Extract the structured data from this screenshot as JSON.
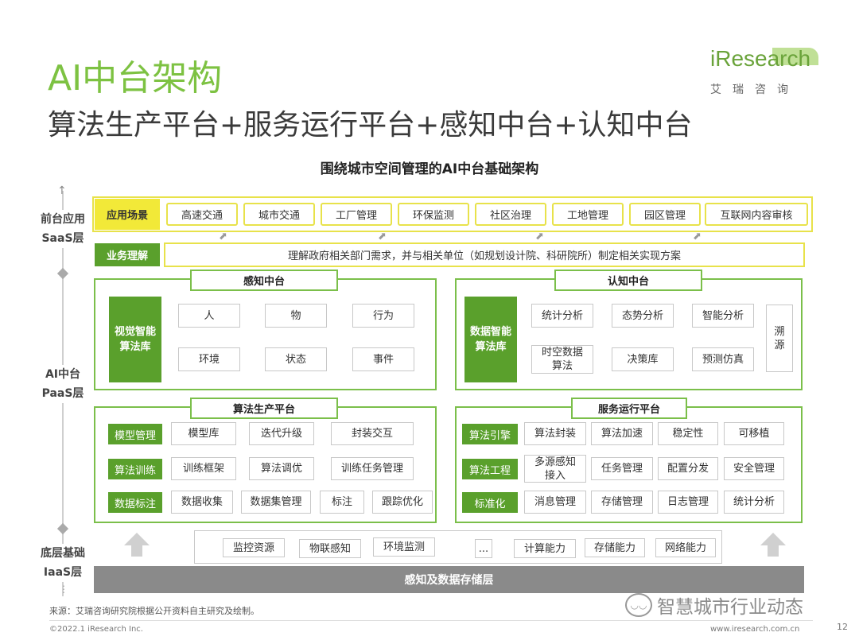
{
  "header": {
    "title": "AI中台架构",
    "subtitle": "算法生产平台+服务运行平台+感知中台+认知中台",
    "logo_word": "iResearch",
    "logo_cn": "艾瑞咨询"
  },
  "diagram_title": "围绕城市空间管理的AI中台基础架构",
  "layers": {
    "saas": [
      "前台应用",
      "SaaS层"
    ],
    "paas": [
      "AI中台",
      "PaaS层"
    ],
    "iaas": [
      "底层基础",
      "IaaS层"
    ]
  },
  "app_scenes": {
    "tag": "应用场景",
    "items": [
      "高速交通",
      "城市交通",
      "工厂管理",
      "环保监测",
      "社区治理",
      "工地管理",
      "园区管理",
      "互联网内容审核"
    ]
  },
  "business": {
    "tag": "业务理解",
    "text": "理解政府相关部门需求，并与相关单位（如规划设计院、科研院所）制定相关实现方案"
  },
  "perception": {
    "title": "感知中台",
    "lib": "视觉智能算法库",
    "cells": [
      "人",
      "物",
      "行为",
      "环境",
      "状态",
      "事件"
    ]
  },
  "cognition": {
    "title": "认知中台",
    "lib": "数据智能算法库",
    "cells": [
      "统计分析",
      "态势分析",
      "智能分析",
      "时空数据算法",
      "决策库",
      "预测仿真"
    ],
    "side": "溯源"
  },
  "algo_prod": {
    "title": "算法生产平台",
    "rows": [
      {
        "label": "模型管理",
        "items": [
          "模型库",
          "迭代升级",
          "封装交互"
        ]
      },
      {
        "label": "算法训练",
        "items": [
          "训练框架",
          "算法调优",
          "训练任务管理"
        ]
      },
      {
        "label": "数据标注",
        "items": [
          "数据收集",
          "数据集管理",
          "标注",
          "跟踪优化"
        ]
      }
    ]
  },
  "service_run": {
    "title": "服务运行平台",
    "rows": [
      {
        "label": "算法引擎",
        "items": [
          "算法封装",
          "算法加速",
          "稳定性",
          "可移植"
        ]
      },
      {
        "label": "算法工程",
        "items": [
          "多源感知接入",
          "任务管理",
          "配置分发",
          "安全管理"
        ]
      },
      {
        "label": "标准化",
        "items": [
          "消息管理",
          "存储管理",
          "日志管理",
          "统计分析"
        ]
      }
    ]
  },
  "infra": {
    "items": [
      "监控资源",
      "物联感知",
      "环境监测",
      "...",
      "计算能力",
      "存储能力",
      "网络能力"
    ],
    "bar": "感知及数据存储层"
  },
  "footer": {
    "source": "来源：艾瑞咨询研究院根据公开资料自主研究及绘制。",
    "copyright": "©2022.1 iResearch Inc.",
    "url": "www.iresearch.com.cn",
    "page": "12",
    "watermark": "智慧城市行业动态"
  },
  "colors": {
    "green": "#5aa02c",
    "title_green": "#7dc242",
    "yellow": "#f2e938",
    "gray_bar": "#8a8a8a"
  }
}
